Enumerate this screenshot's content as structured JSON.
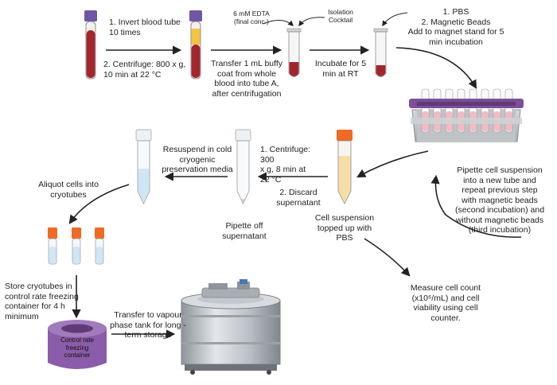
{
  "steps": {
    "invert": "1.  Invert blood tube\n10 times",
    "centrifuge1": "2. Centrifuge: 800 x g,\n10 min at 22 °C",
    "edta": "6 mM EDTA\n(final conc.)",
    "cocktail": "Isolation\nCocktail",
    "transfer_buffy": "Transfer 1 mL buffy\ncoat from whole\nblood into tube A,\nafter centrifugation",
    "incubate": "Incubate for 5\nmin at RT",
    "pbs_beads": "1.  PBS\n2.  Magnetic Beads\nAdd to magnet stand for 5\nmin incubation",
    "pipette_new": "Pipette cell suspension\ninto a new tube and\nrepeat previous step\nwith magnetic beads\n(second incubation) and\nwithout magnetic beads\n(third incubation)",
    "topped_up": "Cell suspension\ntopped up with\nPBS",
    "centrifuge2": "1.  Centrifuge: 300\nx g, 8 min at\n22 °C",
    "discard": "2. Discard\nsupernatant",
    "pipette_off": "Pipette off\nsupernatant",
    "resuspend": "Resuspend in cold\ncryogenic\npreservation media",
    "aliquot": "Aliquot cells into\ncryotubes",
    "store": "Store cryotubes in\ncontrol rate freezing\ncontainer for 4 h\nminimum",
    "container": "Control rate\nfreezing\ncontainer",
    "transfer_tank": "Transfer to vapour\nphase tank for long -\nterm storage",
    "measure": "Measure cell count\n(x10⁶/mL) and cell\nviability using cell\ncounter."
  },
  "colors": {
    "blood": "#a3262c",
    "cap": "#6f57a6",
    "buffy": "#f2c53d",
    "orange_cap": "#ee6a25",
    "pink": "#f4b9c2",
    "cryo_blue": "#cfe6f4",
    "arrow": "#222222",
    "container": "#8a5ca9",
    "steel": "#b7bcc2"
  }
}
